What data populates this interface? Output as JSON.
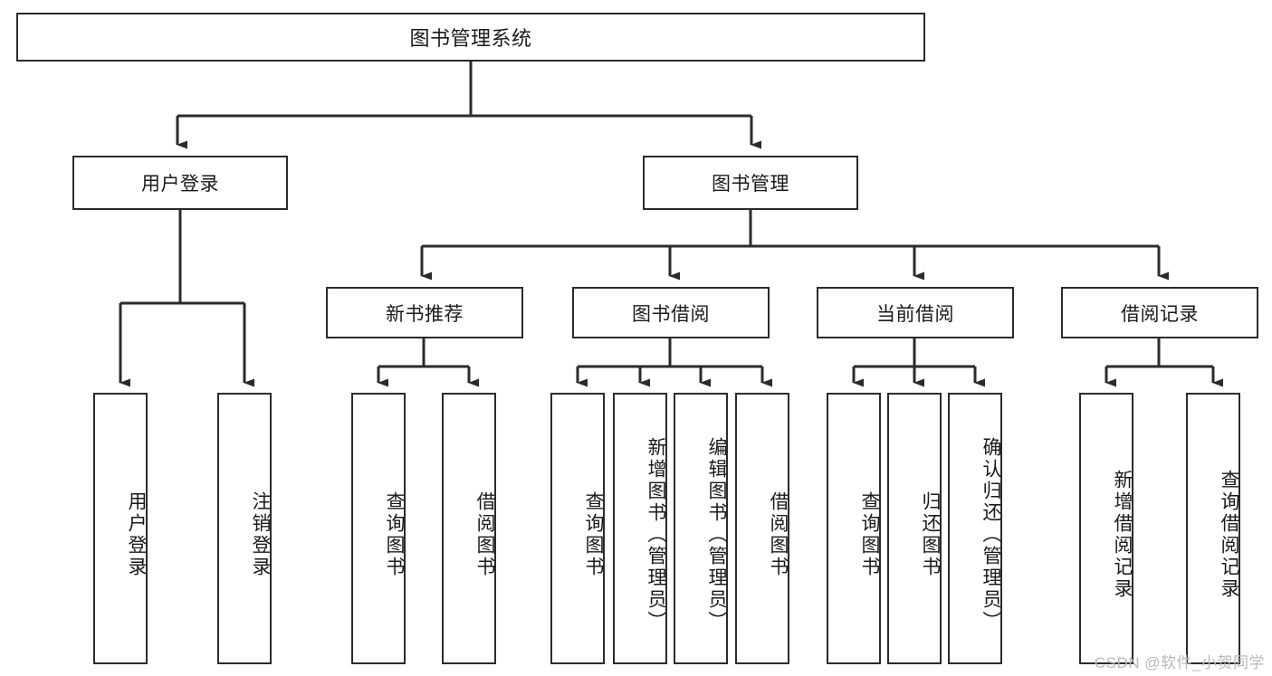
{
  "diagram": {
    "title": "图书管理系统",
    "type": "tree-hierarchy-diagram",
    "root": {
      "label": "图书管理系统"
    },
    "level2": [
      {
        "id": "user-login",
        "label": "用户登录"
      },
      {
        "id": "book-manage",
        "label": "图书管理"
      }
    ],
    "level3": [
      {
        "id": "new-book-recommend",
        "label": "新书推荐"
      },
      {
        "id": "book-borrow",
        "label": "图书借阅"
      },
      {
        "id": "current-borrow",
        "label": "当前借阅"
      },
      {
        "id": "borrow-record",
        "label": "借阅记录"
      }
    ],
    "leaves": {
      "user_login": [
        {
          "id": "leaf-user-login",
          "label": "用户登录"
        },
        {
          "id": "leaf-logout-login",
          "label": "注销登录"
        }
      ],
      "new_book_recommend": [
        {
          "id": "leaf-query-book-1",
          "label": "查询图书"
        },
        {
          "id": "leaf-borrow-book-1",
          "label": "借阅图书"
        }
      ],
      "book_borrow": [
        {
          "id": "leaf-query-book-2",
          "label": "查询图书"
        },
        {
          "id": "leaf-add-book",
          "label": "新增图书（管理员）"
        },
        {
          "id": "leaf-edit-book",
          "label": "编辑图书（管理员）"
        },
        {
          "id": "leaf-borrow-book-2",
          "label": "借阅图书"
        }
      ],
      "current_borrow": [
        {
          "id": "leaf-query-book-3",
          "label": "查询图书"
        },
        {
          "id": "leaf-return-book",
          "label": "归还图书"
        },
        {
          "id": "leaf-confirm-return",
          "label": "确认归还（管理员）"
        }
      ],
      "borrow_record": [
        {
          "id": "leaf-add-record",
          "label": "新增借阅记录"
        },
        {
          "id": "leaf-query-record",
          "label": "查询借阅记录"
        }
      ]
    }
  },
  "watermark": {
    "text": "CSDN @软件_小贺同学"
  },
  "colors": {
    "stroke": "#2b2b2b",
    "background": "#ffffff",
    "text": "#1a1a1a",
    "watermark": "#b9b9b9"
  }
}
